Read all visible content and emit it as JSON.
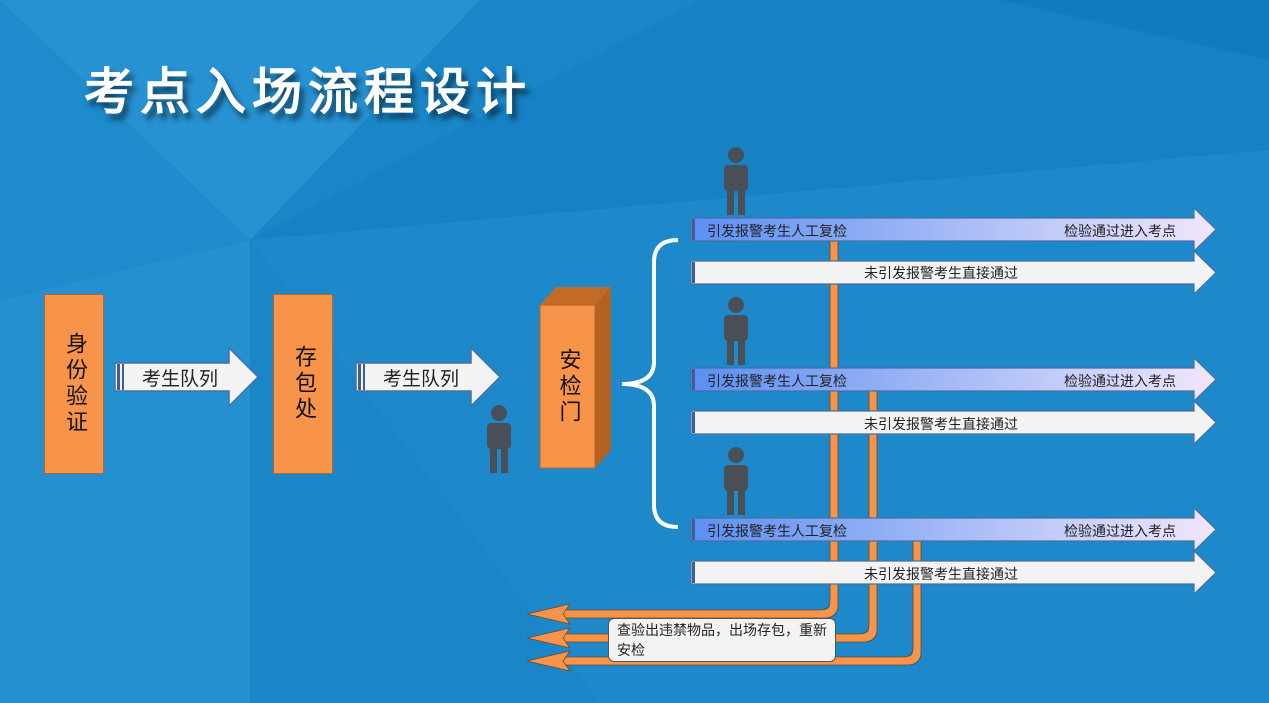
{
  "title": "考点入场流程设计",
  "steps": {
    "identity": "身份验证",
    "storage": "存包处",
    "gate": "安检门"
  },
  "queues": [
    "考生队列",
    "考生队列"
  ],
  "lanes": [
    {
      "alarm": "引发报警考生人工复检",
      "pass": "检验通过进入考点",
      "direct": "未引发报警考生直接通过"
    },
    {
      "alarm": "引发报警考生人工复检",
      "pass": "检验通过进入考点",
      "direct": "未引发报警考生直接通过"
    },
    {
      "alarm": "引发报警考生人工复检",
      "pass": "检验通过进入考点",
      "direct": "未引发报警考生直接通过"
    }
  ],
  "reject_note": "查验出违禁物品，出场存包，重新安检",
  "colors": {
    "orange": "#f7944a",
    "background": "#1a86c8"
  }
}
